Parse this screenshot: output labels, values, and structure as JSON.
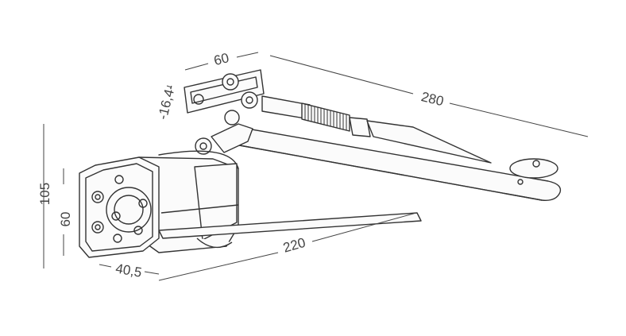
{
  "dimensions": {
    "arm_length": "280",
    "bracket_width": "60",
    "bracket_offset": "-16,4-",
    "body_length": "220",
    "total_height": "105",
    "body_height": "60",
    "body_depth": "40,5"
  }
}
